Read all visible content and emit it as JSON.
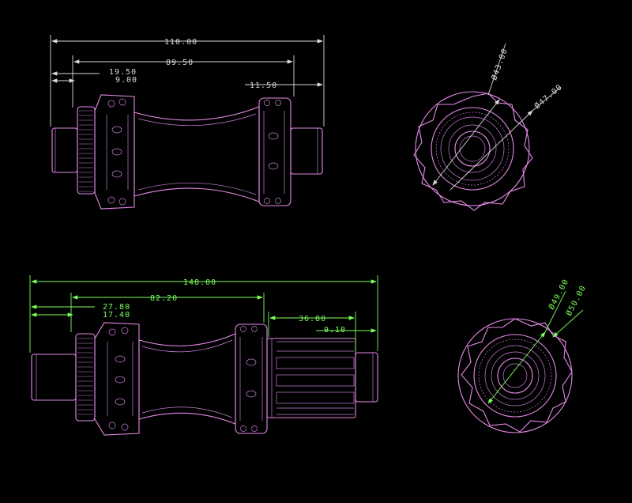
{
  "colors": {
    "background": "#000000",
    "part_outline": "#e58ae8",
    "part_detail": "#c77fd9",
    "front_hub_dimension": "#d9d9d9",
    "rear_hub_dimension": "#7cff5a"
  },
  "front_hub": {
    "side_view": {
      "dimensions": {
        "overall_length": "110.00",
        "flange_spacing": "89.50",
        "left_outer": "19.50",
        "left_inner": "9.00",
        "right_offset": "11.50"
      }
    },
    "end_view": {
      "diameters": {
        "inner": "Ø43.00",
        "outer": "Ø47.00"
      }
    }
  },
  "rear_hub": {
    "side_view": {
      "dimensions": {
        "overall_length": "148.00",
        "flange_spacing": "82.20",
        "left_outer": "27.80",
        "left_inner": "17.40",
        "freehub_length": "36.80",
        "end_cap": "9.10"
      }
    },
    "end_view": {
      "diameters": {
        "inner": "Ø49.00",
        "outer": "Ø50.00"
      }
    }
  }
}
